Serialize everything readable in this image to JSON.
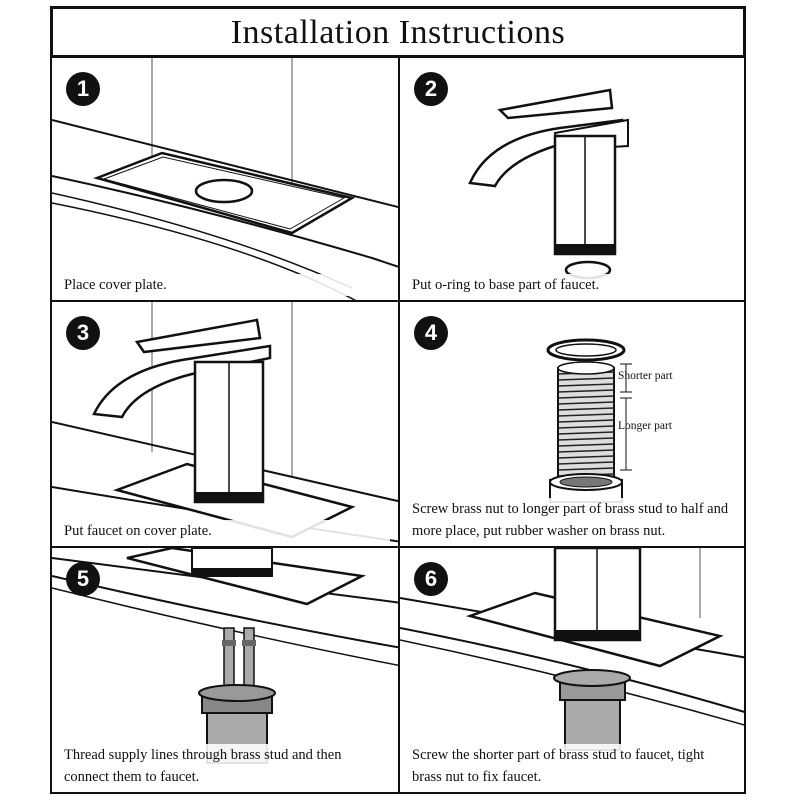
{
  "title": "Installation Instructions",
  "steps": [
    {
      "number": "1",
      "caption": "Place cover plate."
    },
    {
      "number": "2",
      "caption": "Put o-ring to base part of faucet."
    },
    {
      "number": "3",
      "caption": "Put faucet on cover plate."
    },
    {
      "number": "4",
      "caption": "Screw brass nut to longer part of brass stud to half and more place, put rubber washer on brass nut.",
      "label_shorter": "Shorter part",
      "label_longer": "Longer part"
    },
    {
      "number": "5",
      "caption": "Thread supply lines through brass stud and then connect them to faucet."
    },
    {
      "number": "6",
      "caption": "Screw the shorter part of  brass stud to faucet, tight brass nut to fix faucet."
    }
  ],
  "colors": {
    "ink": "#111111",
    "paper": "#ffffff",
    "shade": "#9a9a9a"
  }
}
